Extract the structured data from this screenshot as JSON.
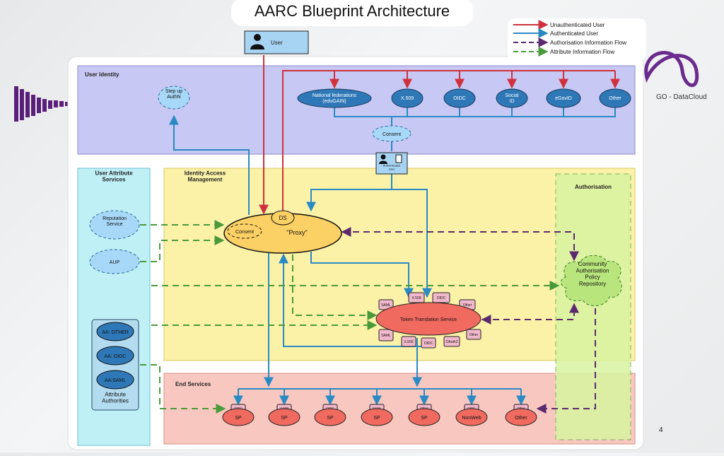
{
  "title": "AARC Blueprint Architecture",
  "legend": [
    {
      "label": "Unauthenticated User",
      "color": "#d0313c",
      "style": "solid"
    },
    {
      "label": "Authenticated User",
      "color": "#2a8ac4",
      "style": "solid"
    },
    {
      "label": "Authorisation Information Flow",
      "color": "#5b2a6e",
      "style": "dashed"
    },
    {
      "label": "Attribute Information Flow",
      "color": "#4a9a3a",
      "style": "dashed"
    }
  ],
  "user": {
    "label": "User"
  },
  "layers": {
    "user_identity": "User Identity",
    "user_attribute_services": "User Attribute\nServices",
    "identity_access_management": "Identity Access\nManagement",
    "authorisation": "Authorisation",
    "end_services": "End Services"
  },
  "identity_sources": [
    "National federations\n(eduGAIN)",
    "X.509",
    "OIDC",
    "Social\nID",
    "eGovID",
    "Other"
  ],
  "step_up": "Step up\nAuthN",
  "consent_top": "Consent",
  "auth_user": "Authenticated\nUser",
  "attribute_services": [
    "Reputation\nService",
    "AUP"
  ],
  "attribute_authorities": {
    "items": [
      "AA: OTHER",
      "AA: OIDC",
      "AA:SAML"
    ],
    "label": "Attribute\nAuthorities"
  },
  "proxy": {
    "label": "\"Proxy\"",
    "ds": "DS",
    "consent": "Consent"
  },
  "policy_repo": "Community\nAuthorisation\nPolicy\nRepository",
  "tts": {
    "label": "Token Translation Service",
    "tabs_top": [
      "X.509",
      "OIDC",
      "Other"
    ],
    "tab_left_top": "SAML",
    "tabs_bottom": [
      "X.509",
      "OIDC",
      "OAuth2"
    ],
    "tab_left_bottom": "SAML",
    "tab_right": "Other"
  },
  "end_services": [
    {
      "tab": "OIDC",
      "label": "SP"
    },
    {
      "tab": "X.509",
      "label": "SP"
    },
    {
      "tab": "OIDC",
      "label": "SP"
    },
    {
      "tab": "SAML",
      "label": "SP"
    },
    {
      "tab": "Other",
      "label": "SP"
    },
    {
      "tab": "OIDC",
      "label": "NonWeb"
    },
    {
      "tab": "Other",
      "label": "Other"
    }
  ],
  "logo_text": "GO - DataCloud",
  "page_number": "4"
}
